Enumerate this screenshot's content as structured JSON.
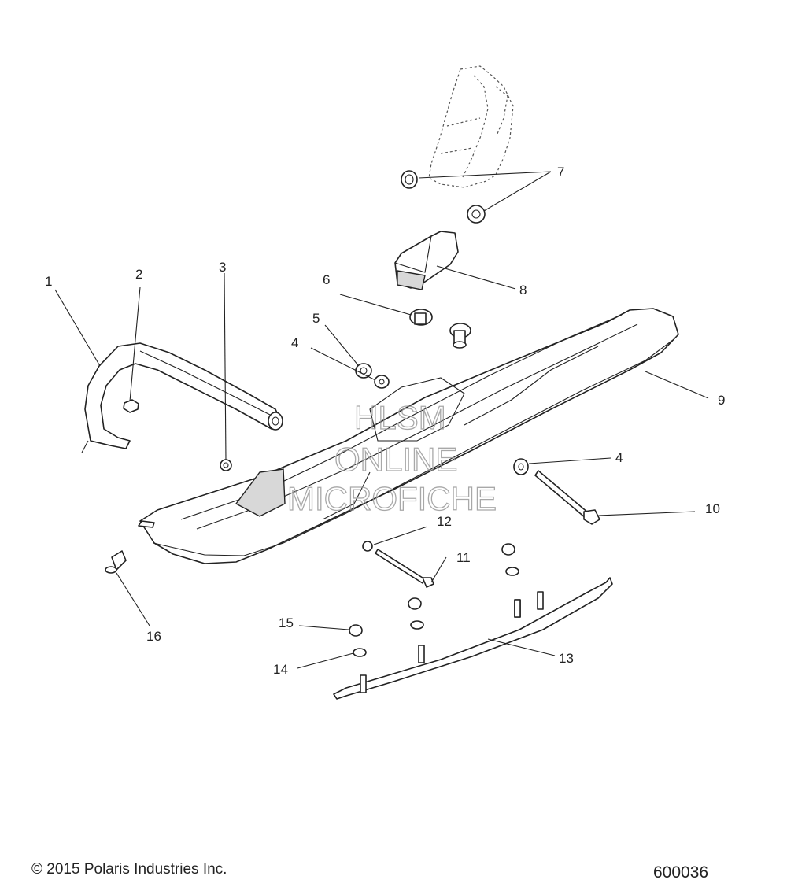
{
  "callouts": [
    {
      "id": "1",
      "label": "1"
    },
    {
      "id": "2",
      "label": "2"
    },
    {
      "id": "3",
      "label": "3"
    },
    {
      "id": "4a",
      "label": "4"
    },
    {
      "id": "4b",
      "label": "4"
    },
    {
      "id": "5",
      "label": "5"
    },
    {
      "id": "6",
      "label": "6"
    },
    {
      "id": "7",
      "label": "7"
    },
    {
      "id": "8",
      "label": "8"
    },
    {
      "id": "9",
      "label": "9"
    },
    {
      "id": "10",
      "label": "10"
    },
    {
      "id": "11",
      "label": "11"
    },
    {
      "id": "12",
      "label": "12"
    },
    {
      "id": "13",
      "label": "13"
    },
    {
      "id": "14",
      "label": "14"
    },
    {
      "id": "15",
      "label": "15"
    },
    {
      "id": "16",
      "label": "16"
    }
  ],
  "watermark": [
    "HLSM",
    "ONLINE",
    "MICROFICHE"
  ],
  "footer": {
    "copyright": "© 2015 Polaris Industries Inc.",
    "drawing_number": "600036"
  }
}
